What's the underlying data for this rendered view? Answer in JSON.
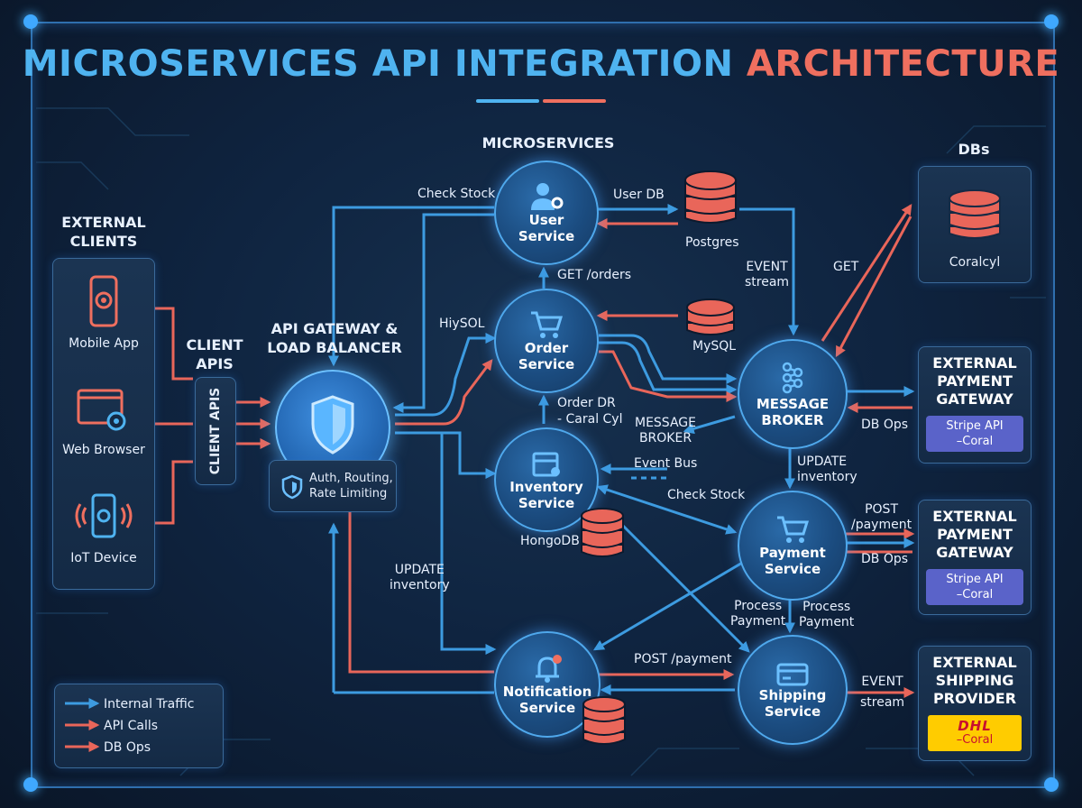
{
  "title": {
    "part1": "MICROSERVICES API INTEGRATION",
    "part2": "ARCHITECTURE"
  },
  "headers": {
    "external_clients": "EXTERNAL\nCLIENTS",
    "client_apis": "CLIENT\nAPIS",
    "microservices": "MICROSERVICES",
    "dbs": "DBs",
    "gateway": "API GATEWAY &\nLOAD BALANCER"
  },
  "clients": [
    {
      "label": "Mobile App",
      "icon": "mobile-phone-icon"
    },
    {
      "label": "Web Browser",
      "icon": "web-browser-icon"
    },
    {
      "label": "IoT Device",
      "icon": "iot-device-icon"
    }
  ],
  "client_apis_box": "CLIENT APIS",
  "gateway_box": "Auth, Routing,\nRate Limiting",
  "services": {
    "user": "User\nService",
    "order": "Order\nService",
    "inventory": "Inventory\nService",
    "notification": "Notification\nService",
    "broker": "MESSAGE\nBROKER",
    "payment": "Payment\nService",
    "shipping": "Shipping\nService"
  },
  "databases": {
    "postgres": "Postgres",
    "mysql": "MySQL",
    "mongodb": "HongoDB",
    "coralcyl": "Coralcyl"
  },
  "externals": {
    "payment1": {
      "title": "EXTERNAL\nPAYMENT\nGATEWAY",
      "badge": "Stripe API\n–Coral"
    },
    "payment2": {
      "title": "EXTERNAL\nPAYMENT\nGATEWAY",
      "badge": "Stripe API\n–Coral"
    },
    "shipping": {
      "title": "EXTERNAL\nSHIPPING\nPROVIDER",
      "badge1": "DHL",
      "badge2": "–Coral"
    }
  },
  "edge_labels": {
    "check_stock_top": "Check Stock",
    "user_db": "User DB",
    "get_orders": "GET /orders",
    "hiysol": "HiySOL",
    "event_stream_top": "EVENT\nstream",
    "get": "GET",
    "order_dr": "Order DR\n- Caral Cyl",
    "message_broker": "MESSAGE\nBROKER",
    "event_bus": "Event Bus",
    "check_stock_mid": "Check Stock",
    "db_ops_1": "DB Ops",
    "update_inventory_r": "UPDATE\ninventory",
    "post_payment_r": "POST\n/payment",
    "db_ops_2": "DB Ops",
    "update_inventory_l": "UPDATE\ninventory",
    "process_payment_1": "Process\nPayment",
    "process_payment_2": "Process\nPayment",
    "post_payment_b": "POST /payment",
    "event_stream_b": "EVENT\nstream"
  },
  "legend": [
    "Internal Traffic",
    "API Calls",
    "DB Ops"
  ],
  "colors": {
    "blue": "#3d9be0",
    "red": "#e9665a",
    "title_blue": "#4fb3f0",
    "title_red": "#ef6f5f"
  }
}
